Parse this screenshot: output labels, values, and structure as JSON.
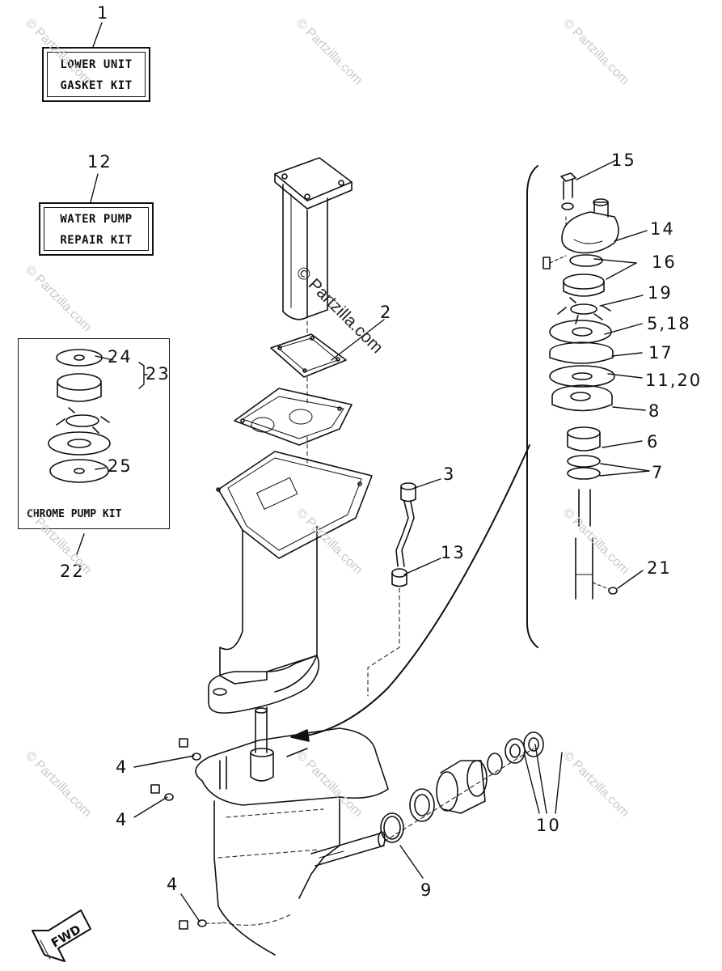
{
  "kits": {
    "lower_unit": {
      "line1": "LOWER UNIT",
      "line2": "GASKET KIT"
    },
    "water_pump": {
      "line1": "WATER PUMP",
      "line2": "REPAIR KIT"
    },
    "chrome_pump": {
      "label": "CHROME PUMP KIT"
    }
  },
  "callouts": {
    "c1": "1",
    "c2": "2",
    "c3": "3",
    "c4a": "4",
    "c4b": "4",
    "c4c": "4",
    "c9": "9",
    "c10": "10",
    "c12": "12",
    "c13": "13",
    "c14": "14",
    "c15": "15",
    "c16": "16",
    "c19": "19",
    "c5_18": "5,18",
    "c17": "17",
    "c11_20": "11,20",
    "c8": "8",
    "c6": "6",
    "c7": "7",
    "c21": "21",
    "c22": "22",
    "c23": "23",
    "c24": "24",
    "c25": "25"
  },
  "fwd": "FWD",
  "watermark": {
    "text": "© Partzilla.com",
    "center_text": "© Partzilla.com"
  }
}
